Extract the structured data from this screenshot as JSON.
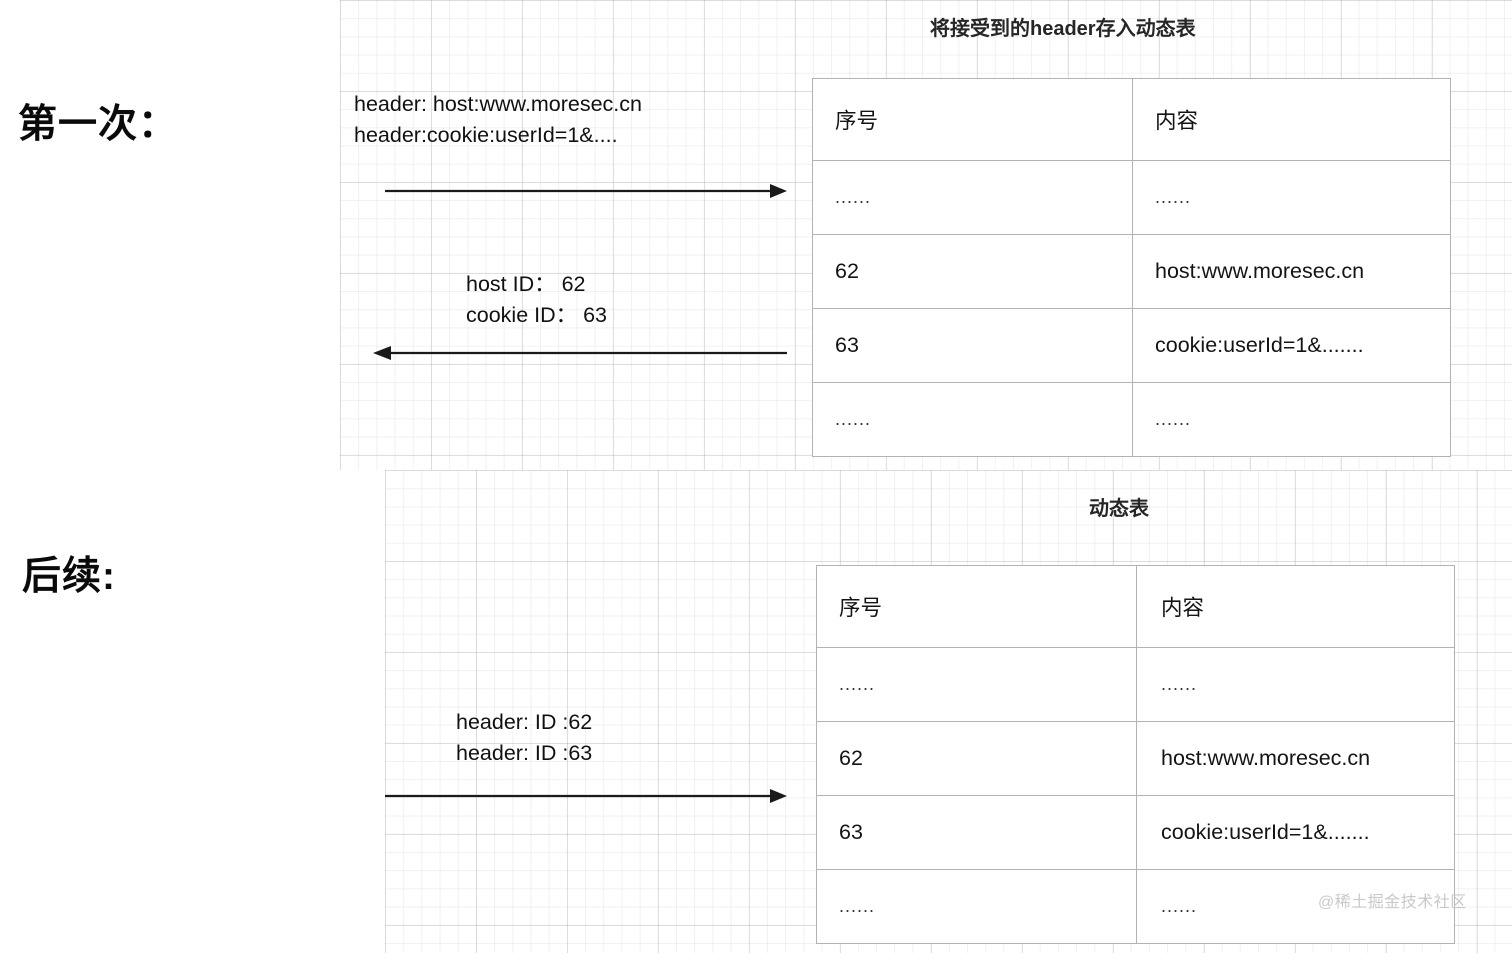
{
  "stages": {
    "first": {
      "label": "第一次：",
      "title": "将接受到的header存入动态表",
      "request_line1": "header: host:www.moresec.cn",
      "request_line2": "header:cookie:userId=1&....",
      "response_line1": "host ID：   62",
      "response_line2": "cookie ID：   63",
      "table": {
        "columns": [
          "序号",
          "内容"
        ],
        "rows": [
          {
            "id": "......",
            "content": "......"
          },
          {
            "id": "62",
            "content": "host:www.moresec.cn"
          },
          {
            "id": "63",
            "content": "cookie:userId=1&......."
          },
          {
            "id": "......",
            "content": "......"
          }
        ]
      }
    },
    "subsequent": {
      "label": "后续:",
      "title": "动态表",
      "request_line1": "header: ID :62",
      "request_line2": "header: ID :63",
      "table": {
        "columns": [
          "序号",
          "内容"
        ],
        "rows": [
          {
            "id": "......",
            "content": "......"
          },
          {
            "id": "62",
            "content": "host:www.moresec.cn"
          },
          {
            "id": "63",
            "content": "cookie:userId=1&......."
          },
          {
            "id": "......",
            "content": "......"
          }
        ]
      }
    }
  },
  "watermark": "@稀土掘金技术社区",
  "colors": {
    "text": "#141414",
    "table_border": "#b3b3b3",
    "arrow": "#1a1a1a",
    "grid": "#aaaab9",
    "watermark": "#c9c9c9",
    "background": "#ffffff"
  }
}
